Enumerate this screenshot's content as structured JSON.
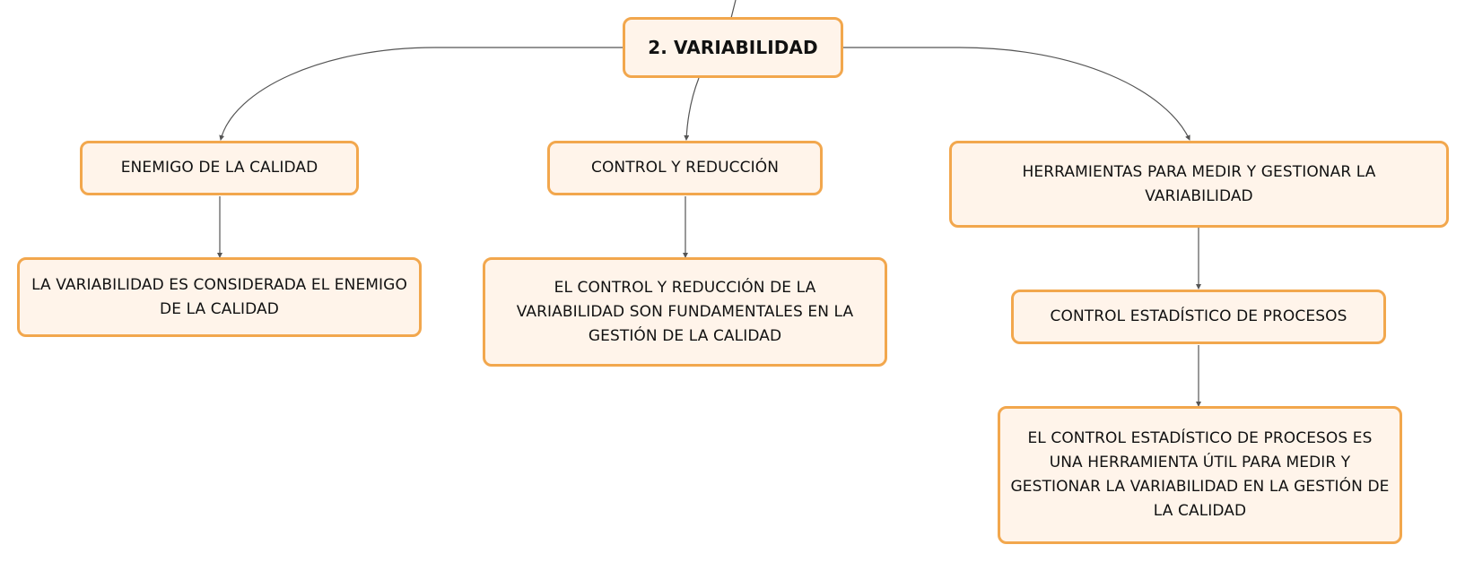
{
  "diagram": {
    "root": {
      "label": "2. VARIABILIDAD"
    },
    "branches": [
      {
        "label": "ENEMIGO DE LA CALIDAD",
        "detail": "LA VARIABILIDAD ES CONSIDERADA EL ENEMIGO DE LA CALIDAD"
      },
      {
        "label": "CONTROL Y REDUCCIÓN",
        "detail": "EL CONTROL Y REDUCCIÓN DE LA VARIABILIDAD SON FUNDAMENTALES EN LA GESTIÓN DE LA CALIDAD"
      },
      {
        "label": "HERRAMIENTAS PARA MEDIR Y GESTIONAR LA VARIABILIDAD",
        "sub": "CONTROL ESTADÍSTICO DE PROCESOS",
        "detail": "EL CONTROL ESTADÍSTICO DE PROCESOS ES UNA HERRAMIENTA ÚTIL PARA MEDIR Y GESTIONAR LA VARIABILIDAD EN LA GESTIÓN DE LA CALIDAD"
      }
    ],
    "colors": {
      "node_fill": "#fff4ea",
      "node_border": "#f2a74d",
      "connector": "#555555",
      "text": "#111111"
    }
  }
}
